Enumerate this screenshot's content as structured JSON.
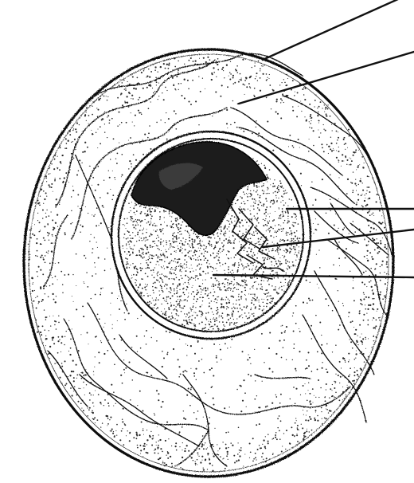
{
  "figure": {
    "kind": "line-drawing",
    "colors": {
      "ink": "#111111",
      "paper": "#ffffff",
      "stipple": "#2a2a2a"
    },
    "components": [
      "cell-membrane",
      "cytoplasm",
      "endoplasmic-reticulum",
      "nuclear-envelope",
      "nucleolus",
      "chromatin",
      "nucleoplasm"
    ],
    "pointer_lines": 5,
    "labels": []
  }
}
